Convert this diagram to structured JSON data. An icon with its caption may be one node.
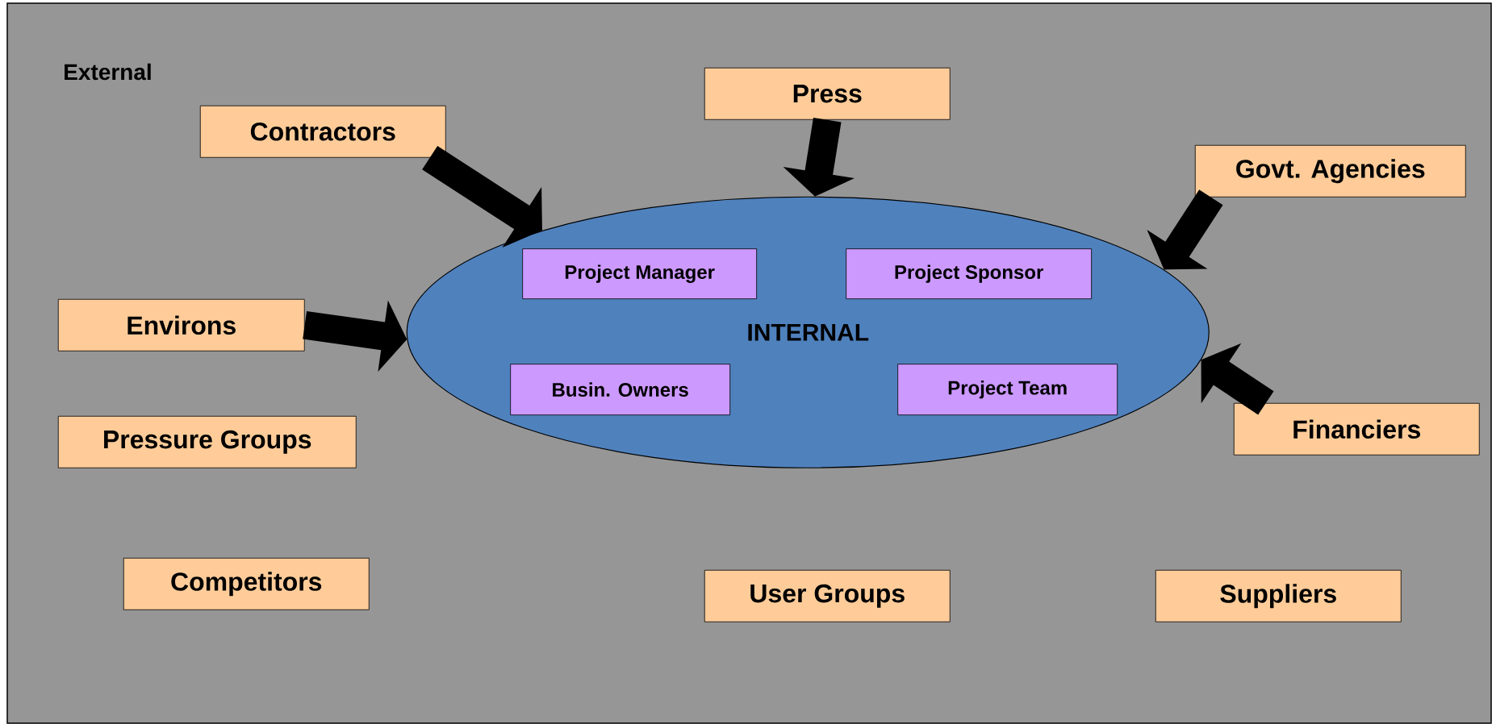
{
  "diagram": {
    "nodes": [
      {
        "text": [
          "External"
        ]
      },
      {
        "text": [
          "Press"
        ],
        "in": 0
      },
      {
        "text": [
          "Contractors"
        ],
        "in": 0
      },
      {
        "text": [
          "Govt. Agencies"
        ],
        "in": 0
      },
      {
        "text": [
          "Environs"
        ],
        "in": 0
      },
      {
        "text": [
          "INTERNAL"
        ],
        "in": 0
      },
      {
        "text": [
          "Project Manager"
        ],
        "in": 5
      },
      {
        "text": [
          "Project Sponsor"
        ],
        "in": 5
      },
      {
        "text": [
          "Busin. Owners"
        ],
        "in": 5
      },
      {
        "text": [
          "Project Team"
        ],
        "in": 5
      },
      {
        "text": [
          "Financiers"
        ],
        "in": 0
      },
      {
        "text": [
          "Pressure Groups"
        ],
        "in": 0
      },
      {
        "text": [
          "Competitors"
        ],
        "in": 0
      },
      {
        "text": [
          "User Groups"
        ],
        "in": 0
      },
      {
        "text": [
          "Suppliers"
        ],
        "in": 0
      }
    ],
    "edges": [
      {
        "from": 2,
        "to": 5,
        "arrow": "to"
      },
      {
        "from": 1,
        "to": 5,
        "arrow": "to"
      },
      {
        "from": 3,
        "to": 5,
        "arrow": "to"
      },
      {
        "from": 4,
        "to": 5,
        "arrow": "to"
      },
      {
        "from": 10,
        "to": 5,
        "arrow": "to"
      }
    ]
  }
}
